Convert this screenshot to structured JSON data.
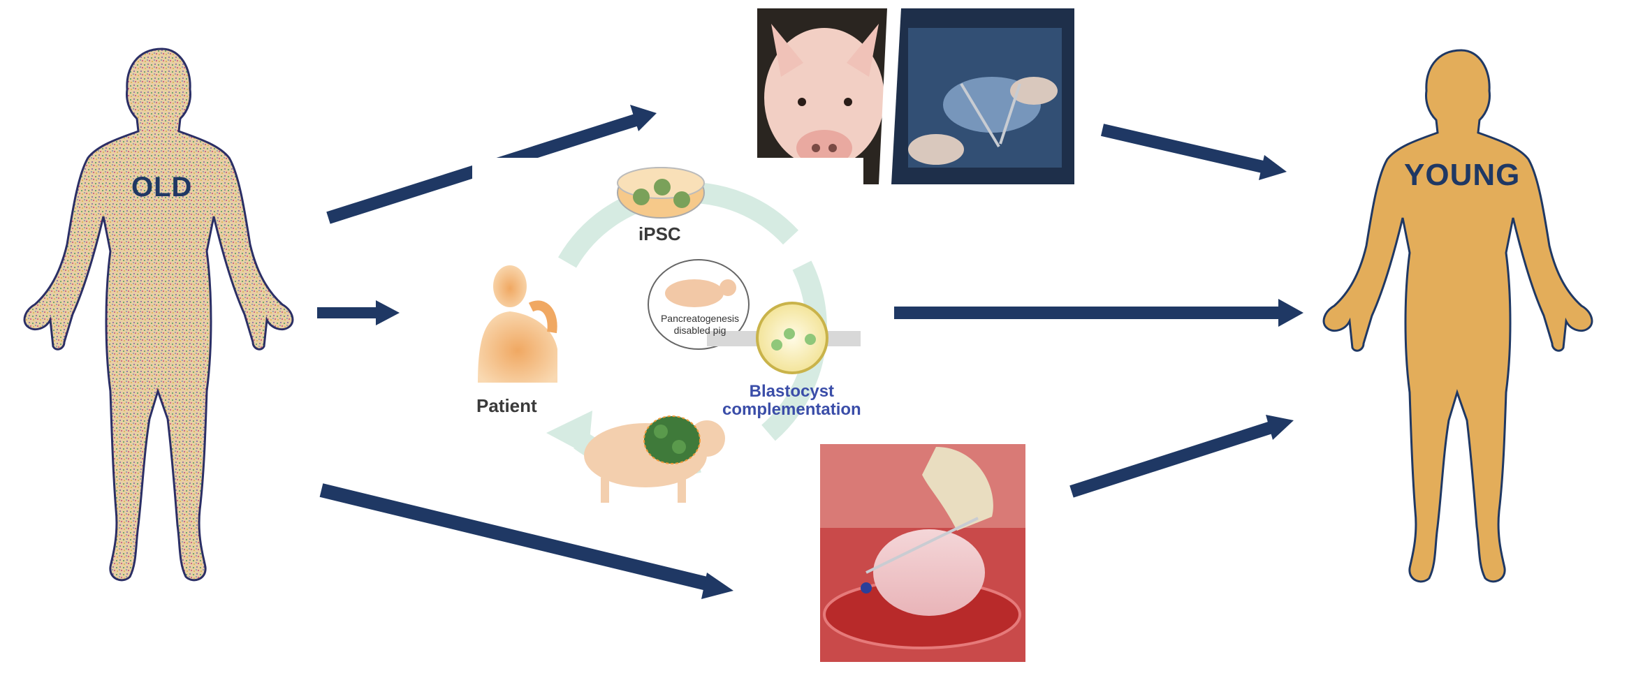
{
  "figure": {
    "left_figure_label": "OLD",
    "right_figure_label": "YOUNG",
    "cycle": {
      "ipsc_label": "iPSC",
      "patient_label": "Patient",
      "pig_label_line1": "Pancreatogenesis",
      "pig_label_line2": "disabled pig",
      "blastocyst_line1": "Blastocyst",
      "blastocyst_line2": "complementation"
    },
    "photos": {
      "top": "pig-and-surgery-photo",
      "bottom": "bioengineered-organ-in-dish-photo"
    }
  },
  "colors": {
    "arrow": "#1f3864",
    "young_body": "#e3ad5a",
    "outline": "#1f3864",
    "blastocyst_text": "#3a4da8"
  }
}
